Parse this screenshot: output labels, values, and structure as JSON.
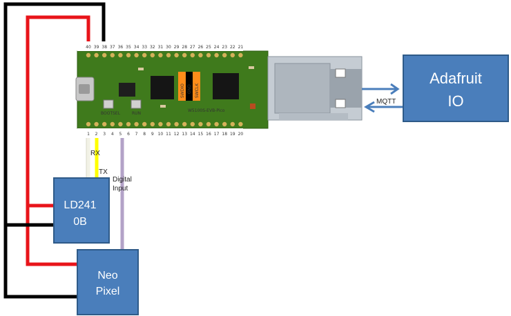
{
  "board": {
    "label": "W5100S-EVB-Pico",
    "top_pins": [
      "40",
      "39",
      "38",
      "37",
      "36",
      "35",
      "34",
      "33",
      "32",
      "31",
      "30",
      "29",
      "28",
      "27",
      "26",
      "25",
      "24",
      "23",
      "22",
      "21"
    ],
    "bottom_pins": [
      "1",
      "2",
      "3",
      "4",
      "5",
      "6",
      "7",
      "8",
      "9",
      "10",
      "11",
      "12",
      "13",
      "14",
      "15",
      "16",
      "17",
      "18",
      "19",
      "20"
    ],
    "chip_labels": [
      "SWDIO",
      "GND",
      "SWCLK"
    ],
    "button_labels": [
      "BOOTSEL",
      "RUN"
    ]
  },
  "wires": {
    "rx_label": "RX",
    "tx_label": "TX",
    "digital_label_line1": "Digital",
    "digital_label_line2": "Input",
    "mqtt_label": "MQTT"
  },
  "boxes": {
    "adafruit_line1": "Adafruit",
    "adafruit_line2": "IO",
    "ld_line1": "LD241",
    "ld_line2": "0B",
    "neo_line1": "Neo",
    "neo_line2": "Pixel"
  },
  "colors": {
    "red_wire": "#e8141a",
    "black_wire": "#000000",
    "rx_wire": "#f2f2e6",
    "tx_wire": "#ffff00",
    "digital_wire": "#b3a2c7",
    "box_fill": "#4a7ebb",
    "box_stroke": "#2e5a88",
    "arrow": "#4a7ebb",
    "pcb": "#3f7a1c"
  }
}
